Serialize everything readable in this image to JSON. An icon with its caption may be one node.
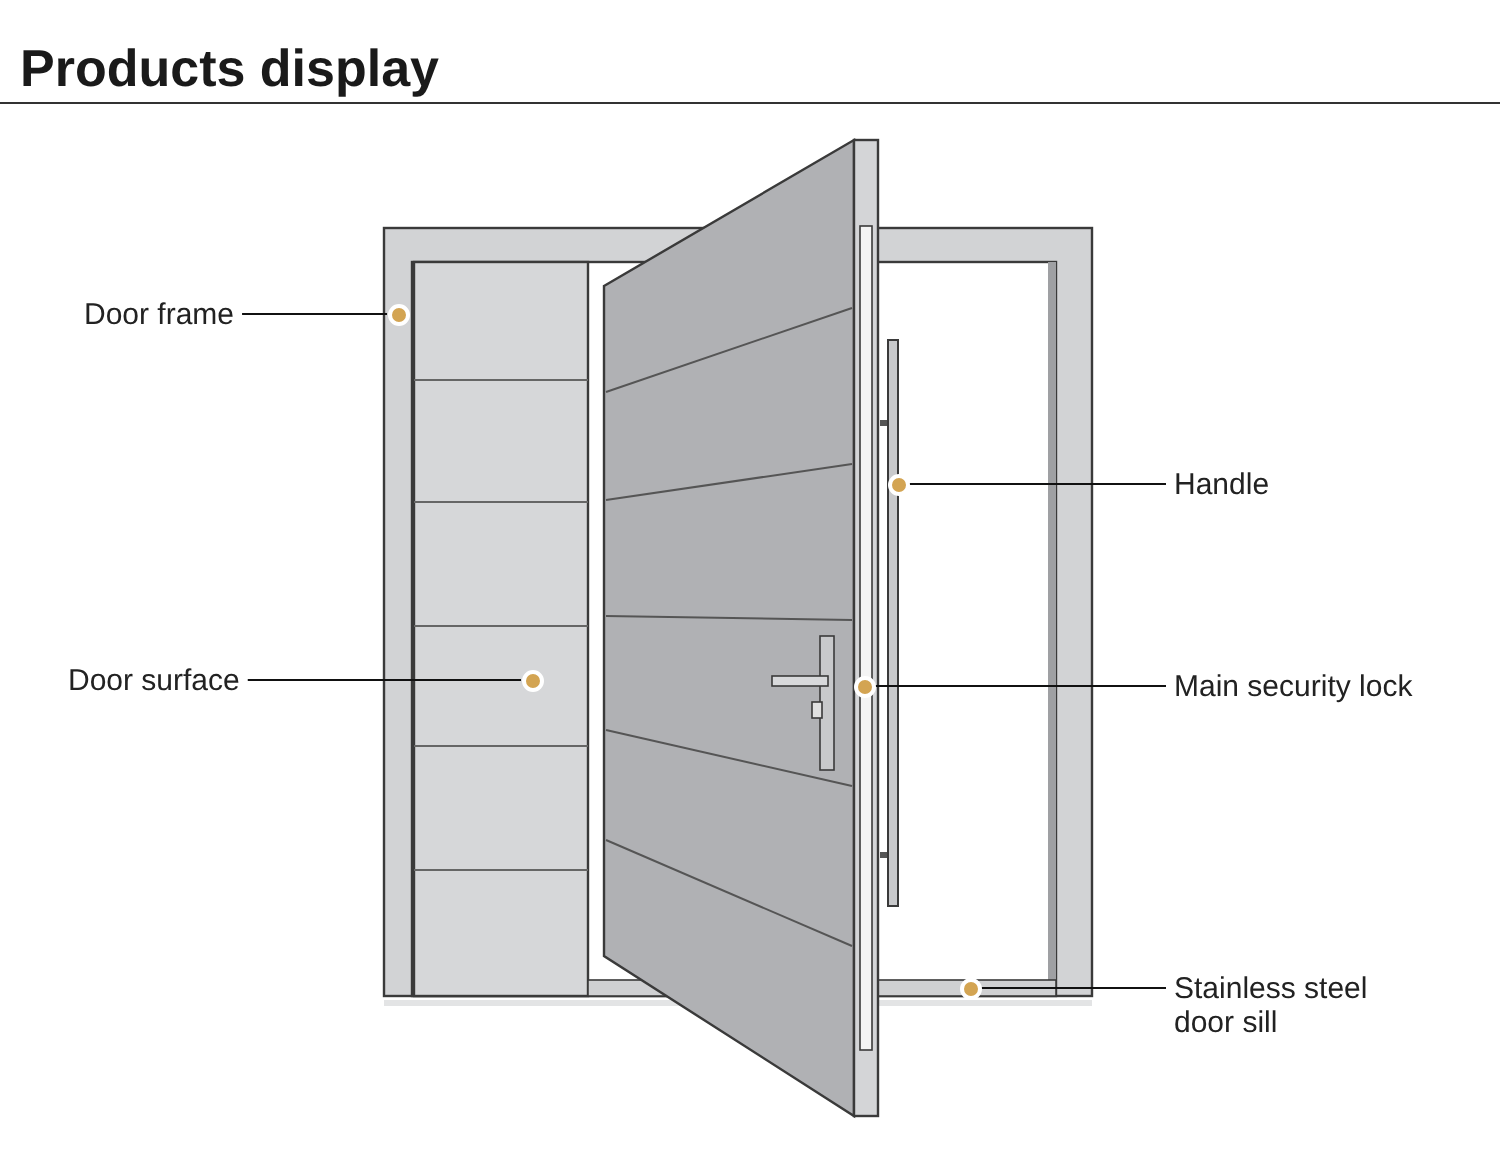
{
  "diagram": {
    "title": "Products display",
    "nodes": [
      {
        "text": [
          "Door frame"
        ]
      },
      {
        "text": [
          "Handle"
        ]
      },
      {
        "text": [
          "Door surface"
        ]
      },
      {
        "text": [
          "Main security lock"
        ]
      },
      {
        "text": [
          "Stainless steel door sill"
        ]
      },
      {
        "text": [],
        "shape": "circle"
      },
      {
        "text": [],
        "shape": "circle"
      },
      {
        "text": [],
        "shape": "circle"
      },
      {
        "text": [],
        "shape": "circle"
      },
      {
        "text": [],
        "shape": "circle"
      }
    ],
    "edges": [
      {
        "from": 0,
        "to": 5,
        "arrow": "none"
      },
      {
        "from": 1,
        "to": 8,
        "arrow": "none"
      },
      {
        "from": 2,
        "to": 6,
        "arrow": "none"
      },
      {
        "from": 3,
        "to": 7,
        "arrow": "none"
      },
      {
        "from": 4,
        "to": 9,
        "arrow": "none"
      }
    ]
  }
}
